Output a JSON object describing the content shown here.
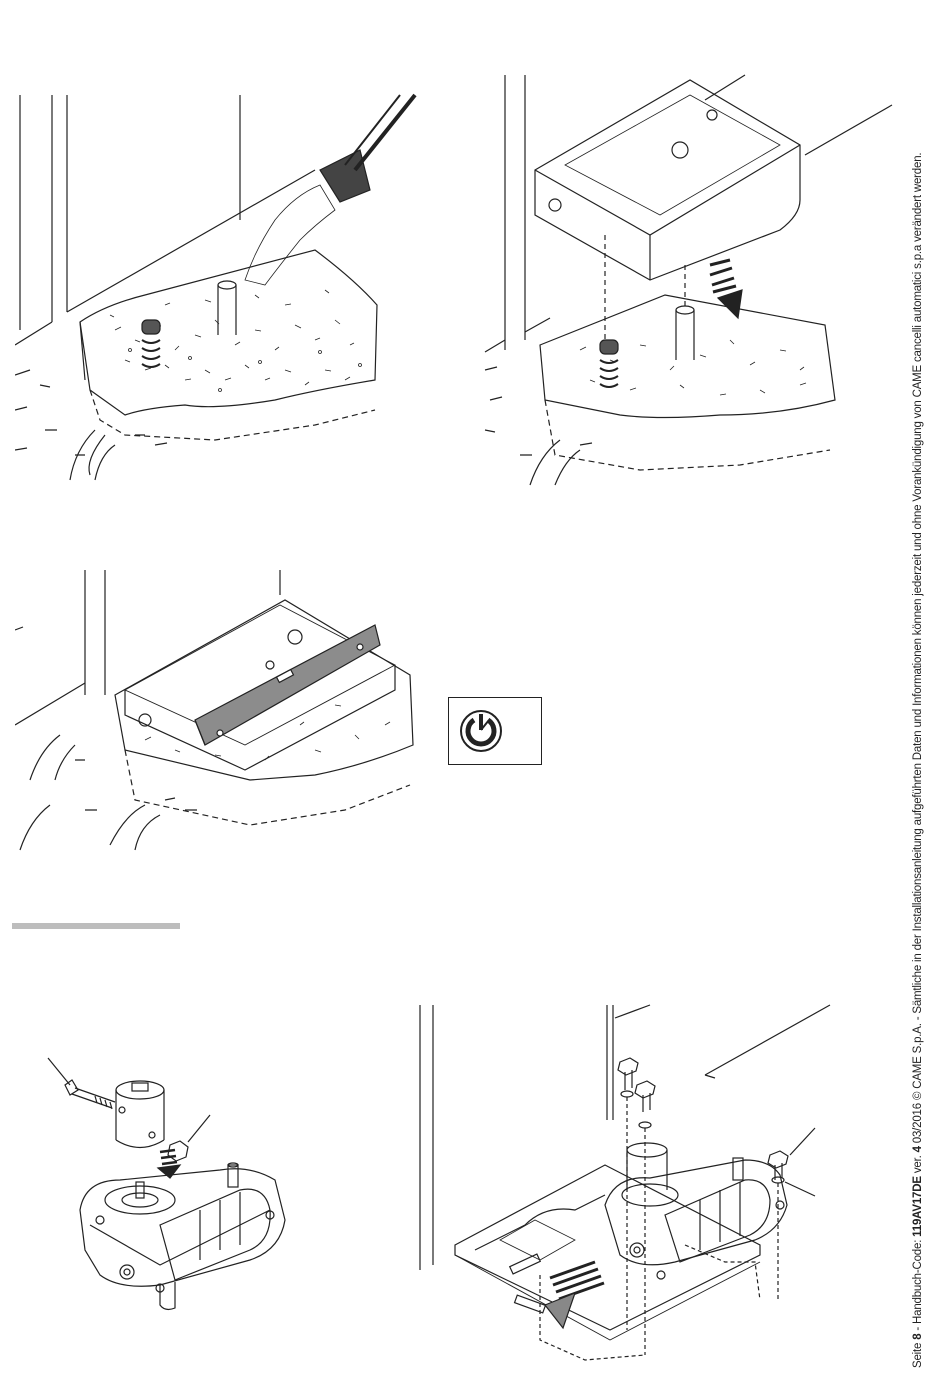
{
  "footer": {
    "page_prefix": "Seite",
    "page_number": "8",
    "code_label": " - Handbuch-Code: ",
    "code_value": "119AV17DE",
    "version_label": " ver. ",
    "version_value": "4",
    "legal": "  03/2016  © CAME S.p.A. - Sämtliche in der Installationsanleitung aufgeführten Daten und Informationen können jederzeit und ohne Vorankündigung von CAME cancelli automatici s.p.a verändert werden."
  },
  "icons": {
    "timer": "clock-power-icon"
  },
  "colors": {
    "separator": "#bdbdbd",
    "line": "#222222",
    "level_bar": "#8c8c8c"
  }
}
